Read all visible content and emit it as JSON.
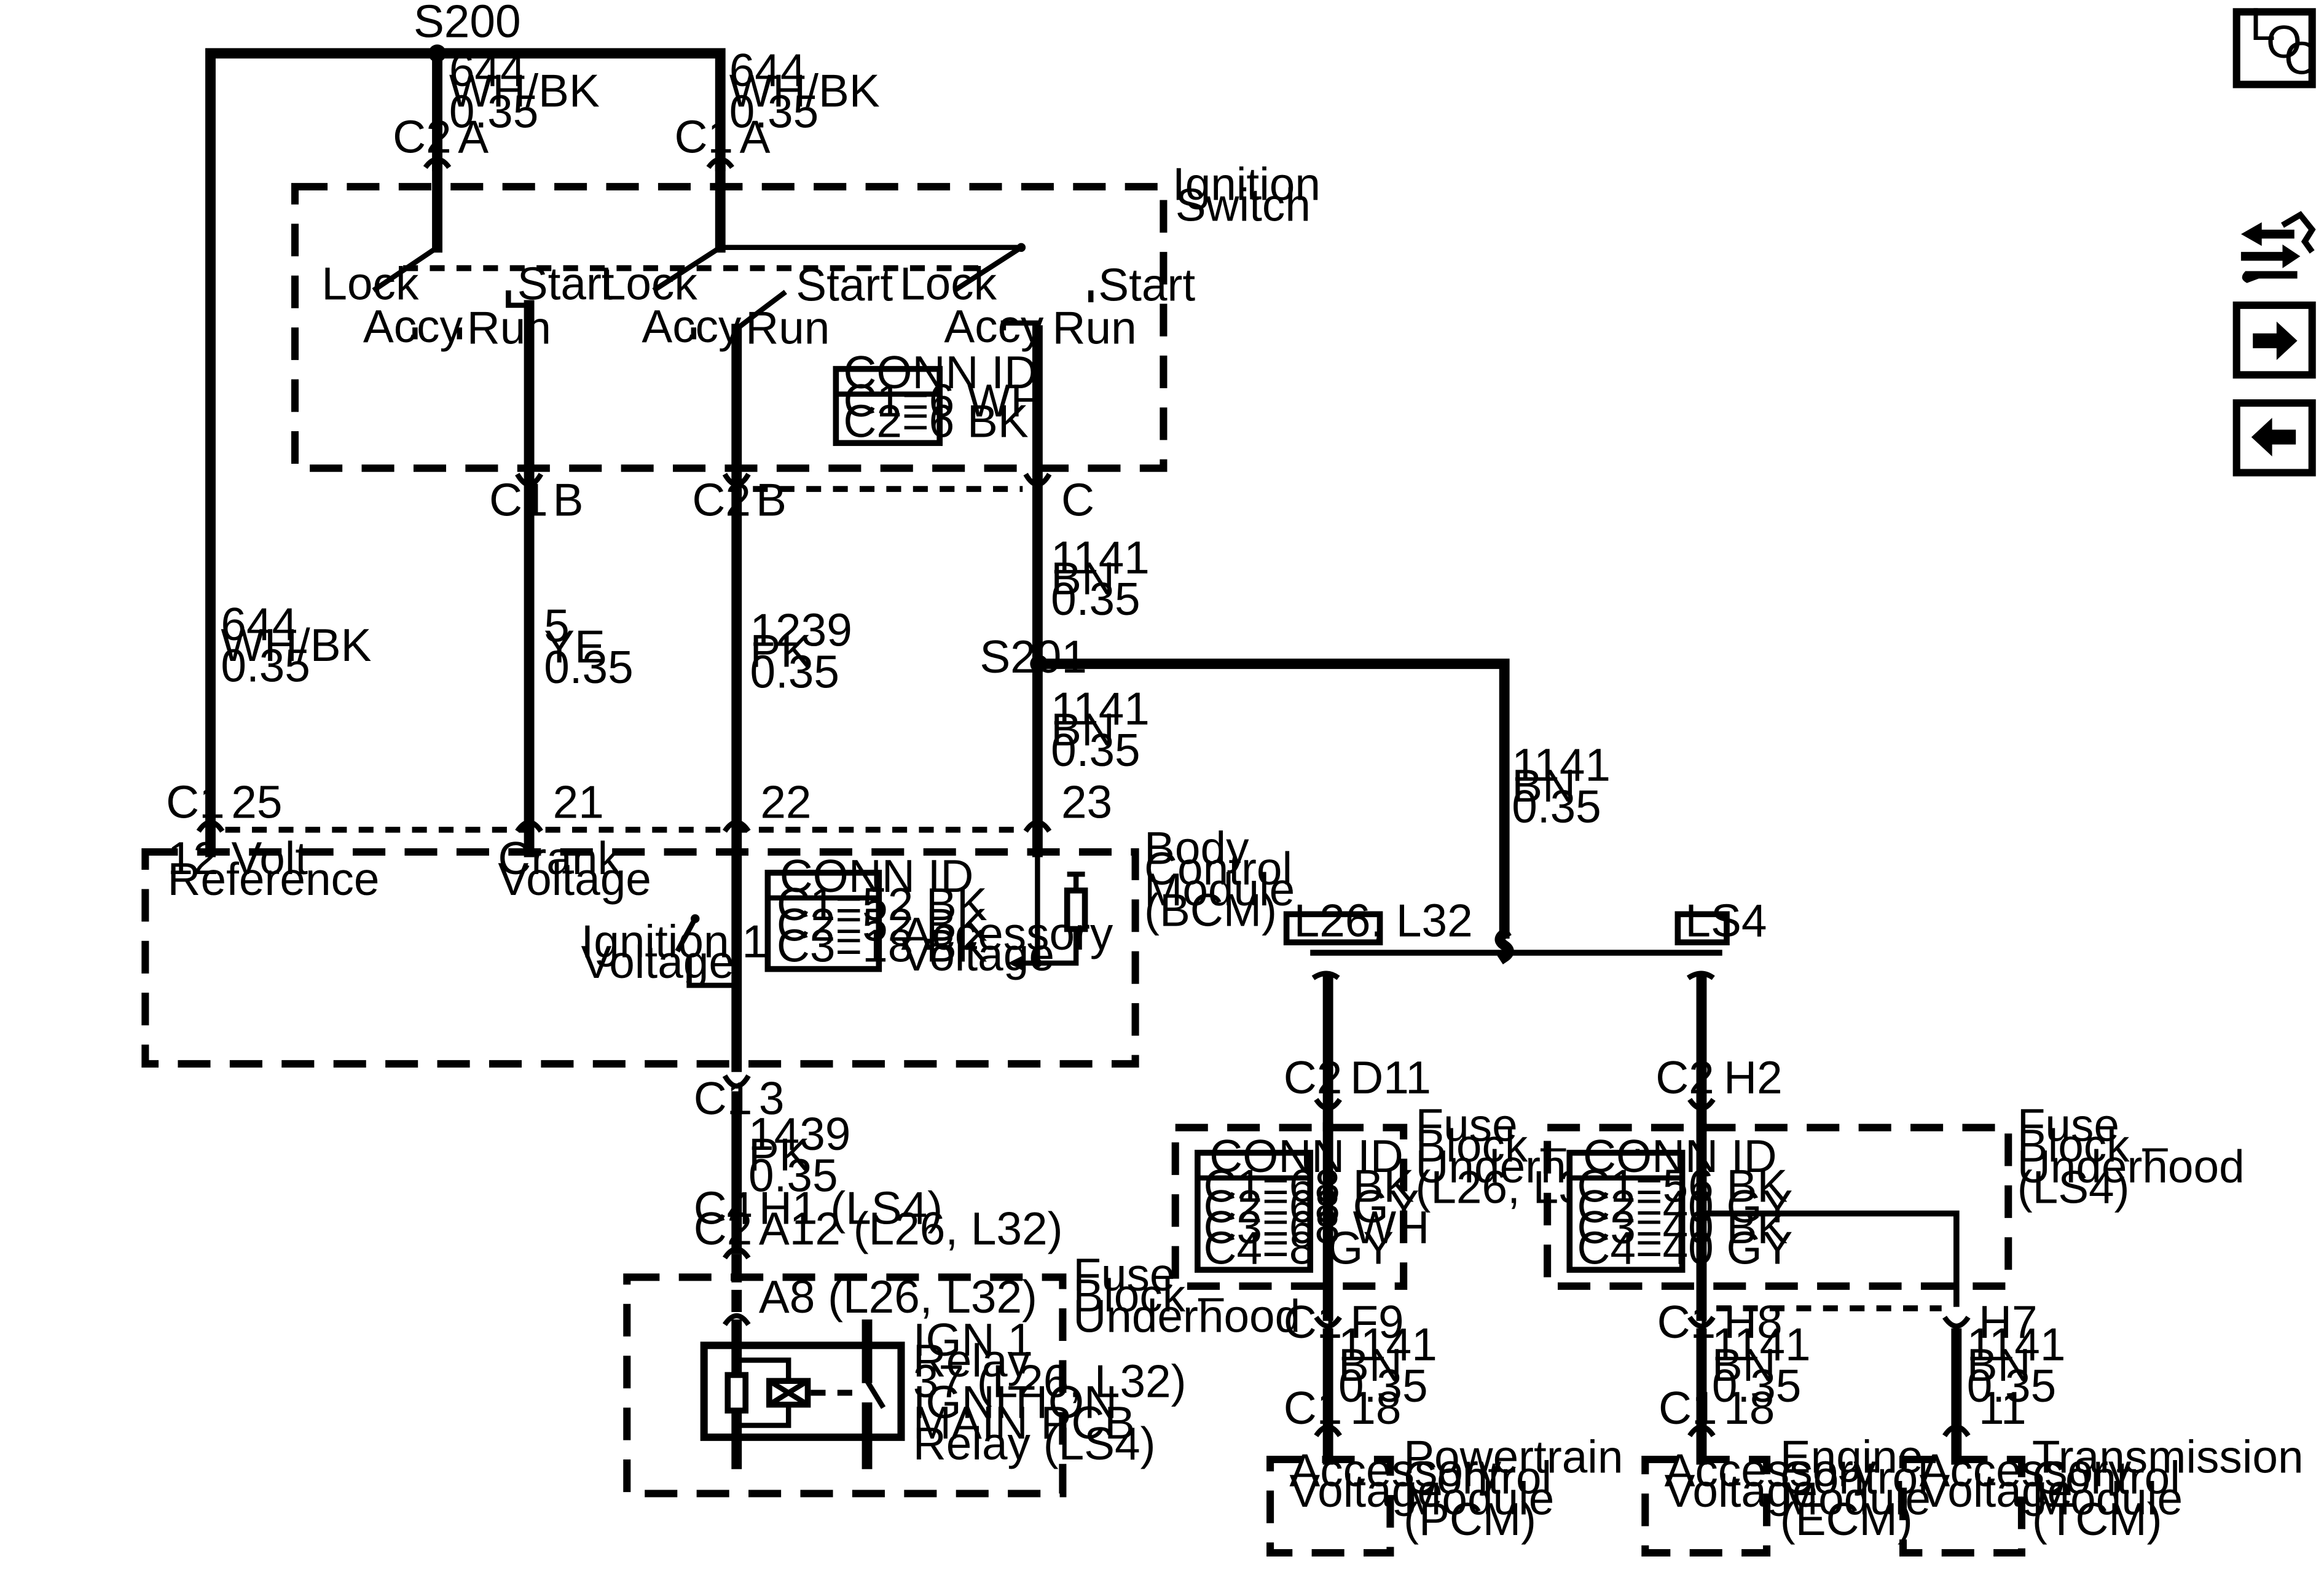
{
  "splices": {
    "s200": "S200",
    "s201": "S201"
  },
  "wires": {
    "w644_top_left": {
      "circuit": "644",
      "color": "WH/BK",
      "gauge": "0.35"
    },
    "w644_top_right": {
      "circuit": "644",
      "color": "WH/BK",
      "gauge": "0.35"
    },
    "w644_left": {
      "circuit": "644",
      "color": "WH/BK",
      "gauge": "0.35"
    },
    "w5": {
      "circuit": "5",
      "color": "YE",
      "gauge": "0.35"
    },
    "w1239": {
      "circuit": "1239",
      "color": "PK",
      "gauge": "0.35"
    },
    "w1141_upper": {
      "circuit": "1141",
      "color": "BN",
      "gauge": "0.35"
    },
    "w1141_lower": {
      "circuit": "1141",
      "color": "BN",
      "gauge": "0.35"
    },
    "w1141_branch": {
      "circuit": "1141",
      "color": "BN",
      "gauge": "0.35"
    },
    "w1439": {
      "circuit": "1439",
      "color": "PK",
      "gauge": "0.35"
    },
    "w1141_pcm": {
      "circuit": "1141",
      "color": "BN",
      "gauge": "0.35"
    },
    "w1141_ecm": {
      "circuit": "1141",
      "color": "BN",
      "gauge": "0.35"
    },
    "w1141_tcm": {
      "circuit": "1141",
      "color": "BN",
      "gauge": "0.35"
    }
  },
  "ignition_switch": {
    "label_line1": "Ignition",
    "label_line2": "Switch",
    "connector_top_left": {
      "conn": "C2",
      "pin": "A"
    },
    "connector_top_right": {
      "conn": "C1",
      "pin": "A"
    },
    "connector_bottom_crank": {
      "conn": "C1",
      "pin": "B"
    },
    "connector_bottom_run": {
      "conn": "C2",
      "pin": "B"
    },
    "connector_bottom_accy": {
      "pin": "C"
    },
    "positions": {
      "lock": "Lock",
      "accy": "Accy",
      "run": "Run",
      "start": "Start"
    },
    "conn_id": {
      "title": "CONN ID",
      "rows": [
        "C1=6 WH",
        "C2=6 BK"
      ]
    }
  },
  "bcm": {
    "label": [
      "Body",
      "Control",
      "Module",
      "(BCM)"
    ],
    "connector": "C1",
    "pins": {
      "ref": "25",
      "crank": "21",
      "ign": "22",
      "accy": "23"
    },
    "inputs": {
      "ref": [
        "12 Volt",
        "Reference"
      ],
      "crank": [
        "Crank",
        "Voltage"
      ],
      "ign1": [
        "Ignition 1",
        "Voltage"
      ],
      "accy": [
        "Accessory",
        "Voltage"
      ]
    },
    "conn_id": {
      "title": "CONN ID",
      "rows": [
        "C1=52 BK",
        "C2=52 BK",
        "C3=18 BK"
      ]
    },
    "out_connector": {
      "conn": "C1",
      "pin": "3"
    }
  },
  "relay_fuse_block": {
    "label": [
      "Fuse",
      "Block –",
      "Underhood"
    ],
    "in_conn": [
      "C4",
      "C2"
    ],
    "in_pins": [
      "H1 (LS4)",
      "A12 (L26, L32)"
    ],
    "pin_a8": "A8 (L26, L32)",
    "relay_label": [
      "IGN 1",
      "Relay",
      "37 (L26, L32)",
      "IGNITION",
      "MAIN PCB",
      "Relay (LS4)"
    ]
  },
  "option_boxes": {
    "left": "L26, L32",
    "right": "LS4"
  },
  "fuse_block_l26": {
    "label": [
      "Fuse",
      "Block –",
      "Underhood",
      "(L26, L32)"
    ],
    "in": {
      "conn": "C2",
      "pin": "D11"
    },
    "out": {
      "conn": "C1",
      "pin": "F9"
    },
    "conn_id": {
      "title": "CONN ID",
      "rows": [
        "C1=68 BK",
        "C2=68 GY",
        "C3=68 WH",
        "C4=8 GY"
      ]
    }
  },
  "fuse_block_ls4": {
    "label": [
      "Fuse",
      "Block –",
      "Underhood",
      "(LS4)"
    ],
    "in": {
      "conn": "C2",
      "pin": "H2"
    },
    "out_ecm": {
      "conn": "C1",
      "pin": "H8"
    },
    "out_tcm": {
      "pin": "H7"
    },
    "conn_id": {
      "title": "CONN ID",
      "rows": [
        "C1=56 BK",
        "C2=40 GY",
        "C3=40 BK",
        "C4=40 GY"
      ]
    }
  },
  "modules": {
    "pcm": {
      "conn": "C1",
      "pin": "18",
      "input": [
        "Accessory",
        "Voltage"
      ],
      "name": [
        "Powertrain",
        "Control",
        "Module",
        "(PCM)"
      ]
    },
    "ecm": {
      "conn": "C1",
      "pin": "18",
      "input": [
        "Accessory",
        "Voltage"
      ],
      "name": [
        "Engine",
        "Control",
        "Module",
        "(ECM)"
      ]
    },
    "tcm": {
      "pin": "11",
      "input": [
        "Accessory",
        "Voltage"
      ],
      "name": [
        "Transmission",
        "Control",
        "Module",
        "(TCM)"
      ]
    }
  },
  "nav": {
    "loc_l": "L",
    "loc_o": "O",
    "loc_c": "C"
  }
}
